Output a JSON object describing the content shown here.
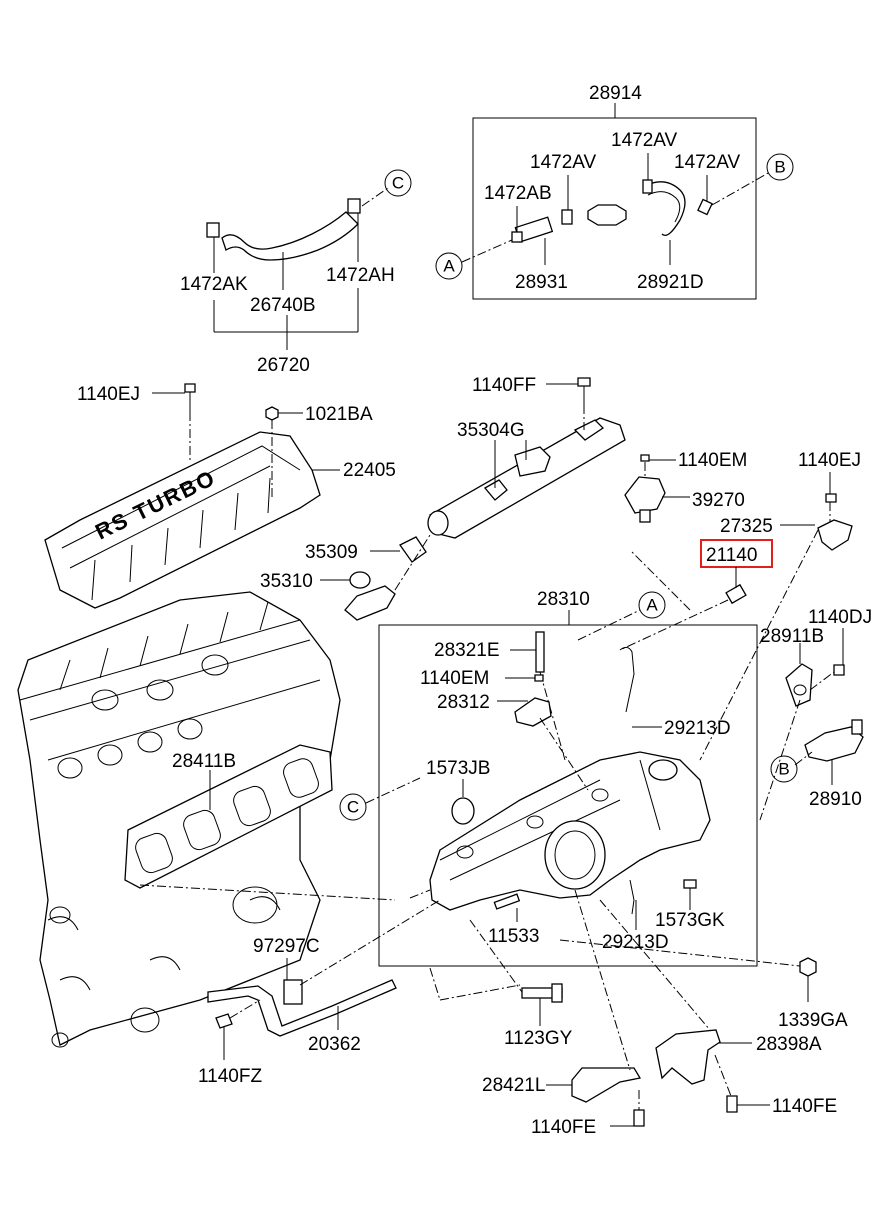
{
  "highlight_color": "#e0201b",
  "labels": {
    "p28914": "28914",
    "p1472AV_a": "1472AV",
    "p1472AV_b": "1472AV",
    "p1472AV_c": "1472AV",
    "p1472AB": "1472AB",
    "p28931": "28931",
    "p28921D": "28921D",
    "p1472AK": "1472AK",
    "p1472AH": "1472AH",
    "p26740B": "26740B",
    "p26720": "26720",
    "p1140EJ_a": "1140EJ",
    "p1021BA": "1021BA",
    "p22405": "22405",
    "p1140FF": "1140FF",
    "p35304G": "35304G",
    "p1140EM_a": "1140EM",
    "p1140EJ_b": "1140EJ",
    "p39270": "39270",
    "p27325": "27325",
    "p21140": "21140",
    "p35309": "35309",
    "p35310": "35310",
    "p28310": "28310",
    "p28321E": "28321E",
    "p1140DJ": "1140DJ",
    "p28911B": "28911B",
    "p1140EM_b": "1140EM",
    "p28312": "28312",
    "p29213D_a": "29213D",
    "p28411B": "28411B",
    "p1573JB": "1573JB",
    "p28910": "28910",
    "p11533": "11533",
    "p1573GK": "1573GK",
    "p29213D_b": "29213D",
    "p97297C": "97297C",
    "p1339GA": "1339GA",
    "p20362": "20362",
    "p1123GY": "1123GY",
    "p1140FZ": "1140FZ",
    "p28398A": "28398A",
    "p28421L": "28421L",
    "p1140FE_a": "1140FE",
    "p1140FE_b": "1140FE"
  },
  "callouts": {
    "A": "A",
    "B": "B",
    "C": "C"
  },
  "cover_text": "RS TURBO"
}
